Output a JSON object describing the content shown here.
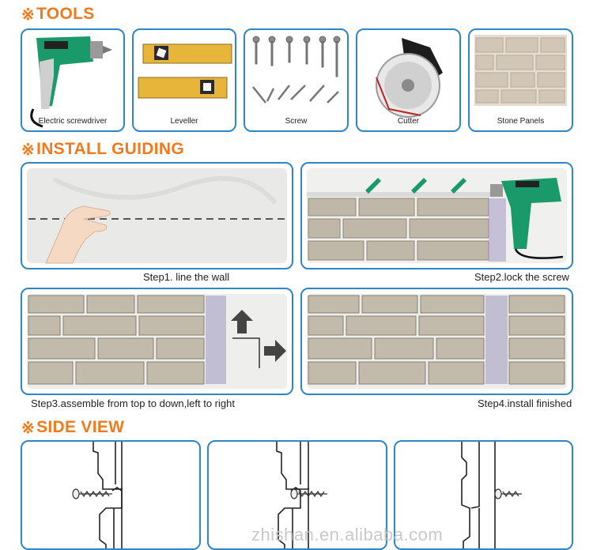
{
  "sections": {
    "tools": {
      "mark": "※",
      "title": "TOOLS"
    },
    "install": {
      "mark": "※",
      "title": "INSTALL GUIDING"
    },
    "side_view": {
      "mark": "※",
      "title": "SIDE VIEW"
    }
  },
  "tools": [
    {
      "label": "Electric screwdriver",
      "icon": "drill-icon"
    },
    {
      "label": "Leveller",
      "icon": "level-icon"
    },
    {
      "label": "Screw",
      "icon": "screw-icon"
    },
    {
      "label": "Cutter",
      "icon": "circular-saw-icon"
    },
    {
      "label": "Stone Panels",
      "icon": "stone-panel-icon"
    }
  ],
  "steps": [
    {
      "label": "Step1. line the wall"
    },
    {
      "label": "Step2.lock the screw"
    },
    {
      "label": "Step3.assemble from top to down,left to right"
    },
    {
      "label": "Step4.install finished"
    }
  ],
  "colors": {
    "accent": "#f07a1e",
    "frame": "#2f86c6",
    "drill_green": "#1a9a6a",
    "level_yellow": "#e6b53a"
  },
  "watermark": "zhishan.en.alibaba.com"
}
